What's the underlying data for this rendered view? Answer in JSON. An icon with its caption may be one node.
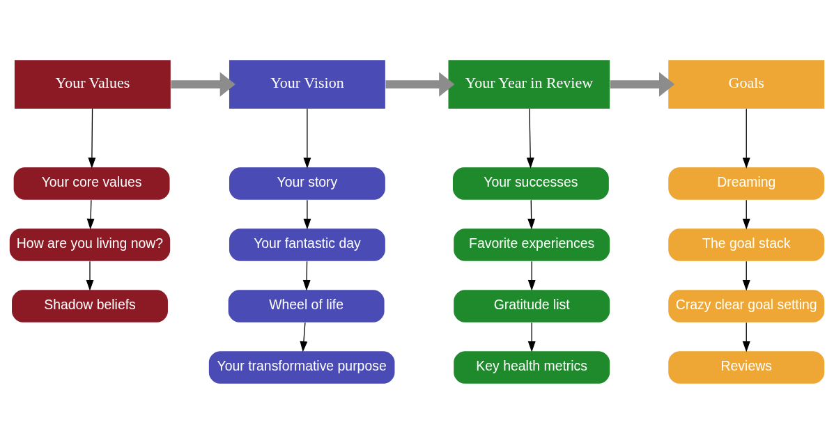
{
  "diagram": {
    "nodes": [
      {
        "text": [
          "Your Values"
        ]
      },
      {
        "text": [
          "Your core values"
        ]
      },
      {
        "text": [
          "How are you living now?"
        ]
      },
      {
        "text": [
          "Shadow beliefs"
        ]
      },
      {
        "text": [
          "Your Vision"
        ]
      },
      {
        "text": [
          "Your story"
        ]
      },
      {
        "text": [
          "Your fantastic day"
        ]
      },
      {
        "text": [
          "Wheel of life"
        ]
      },
      {
        "text": [
          "Your transformative purpose"
        ]
      },
      {
        "text": [
          "Your Year in Review"
        ]
      },
      {
        "text": [
          "Your successes"
        ]
      },
      {
        "text": [
          "Favorite experiences"
        ]
      },
      {
        "text": [
          "Gratitude list"
        ]
      },
      {
        "text": [
          "Key health metrics"
        ]
      },
      {
        "text": [
          "Goals"
        ]
      },
      {
        "text": [
          "Dreaming"
        ]
      },
      {
        "text": [
          "The goal stack"
        ]
      },
      {
        "text": [
          "Crazy clear goal setting"
        ]
      },
      {
        "text": [
          "Reviews"
        ]
      }
    ],
    "edges": [
      {
        "from": 0,
        "to": 4,
        "arrow": "to",
        "style": "thick",
        "color": "#8c8c8c"
      },
      {
        "from": 4,
        "to": 9,
        "arrow": "to",
        "style": "thick",
        "color": "#8c8c8c"
      },
      {
        "from": 9,
        "to": 14,
        "arrow": "to",
        "style": "thick",
        "color": "#8c8c8c"
      },
      {
        "from": 0,
        "to": 1,
        "arrow": "to"
      },
      {
        "from": 1,
        "to": 2,
        "arrow": "to"
      },
      {
        "from": 2,
        "to": 3,
        "arrow": "to"
      },
      {
        "from": 4,
        "to": 5,
        "arrow": "to"
      },
      {
        "from": 5,
        "to": 6,
        "arrow": "to"
      },
      {
        "from": 6,
        "to": 7,
        "arrow": "to"
      },
      {
        "from": 7,
        "to": 8,
        "arrow": "to"
      },
      {
        "from": 9,
        "to": 10,
        "arrow": "to"
      },
      {
        "from": 10,
        "to": 11,
        "arrow": "to"
      },
      {
        "from": 11,
        "to": 12,
        "arrow": "to"
      },
      {
        "from": 12,
        "to": 13,
        "arrow": "to"
      },
      {
        "from": 14,
        "to": 15,
        "arrow": "to"
      },
      {
        "from": 15,
        "to": 16,
        "arrow": "to"
      },
      {
        "from": 16,
        "to": 17,
        "arrow": "to"
      },
      {
        "from": 17,
        "to": 18,
        "arrow": "to"
      }
    ]
  }
}
